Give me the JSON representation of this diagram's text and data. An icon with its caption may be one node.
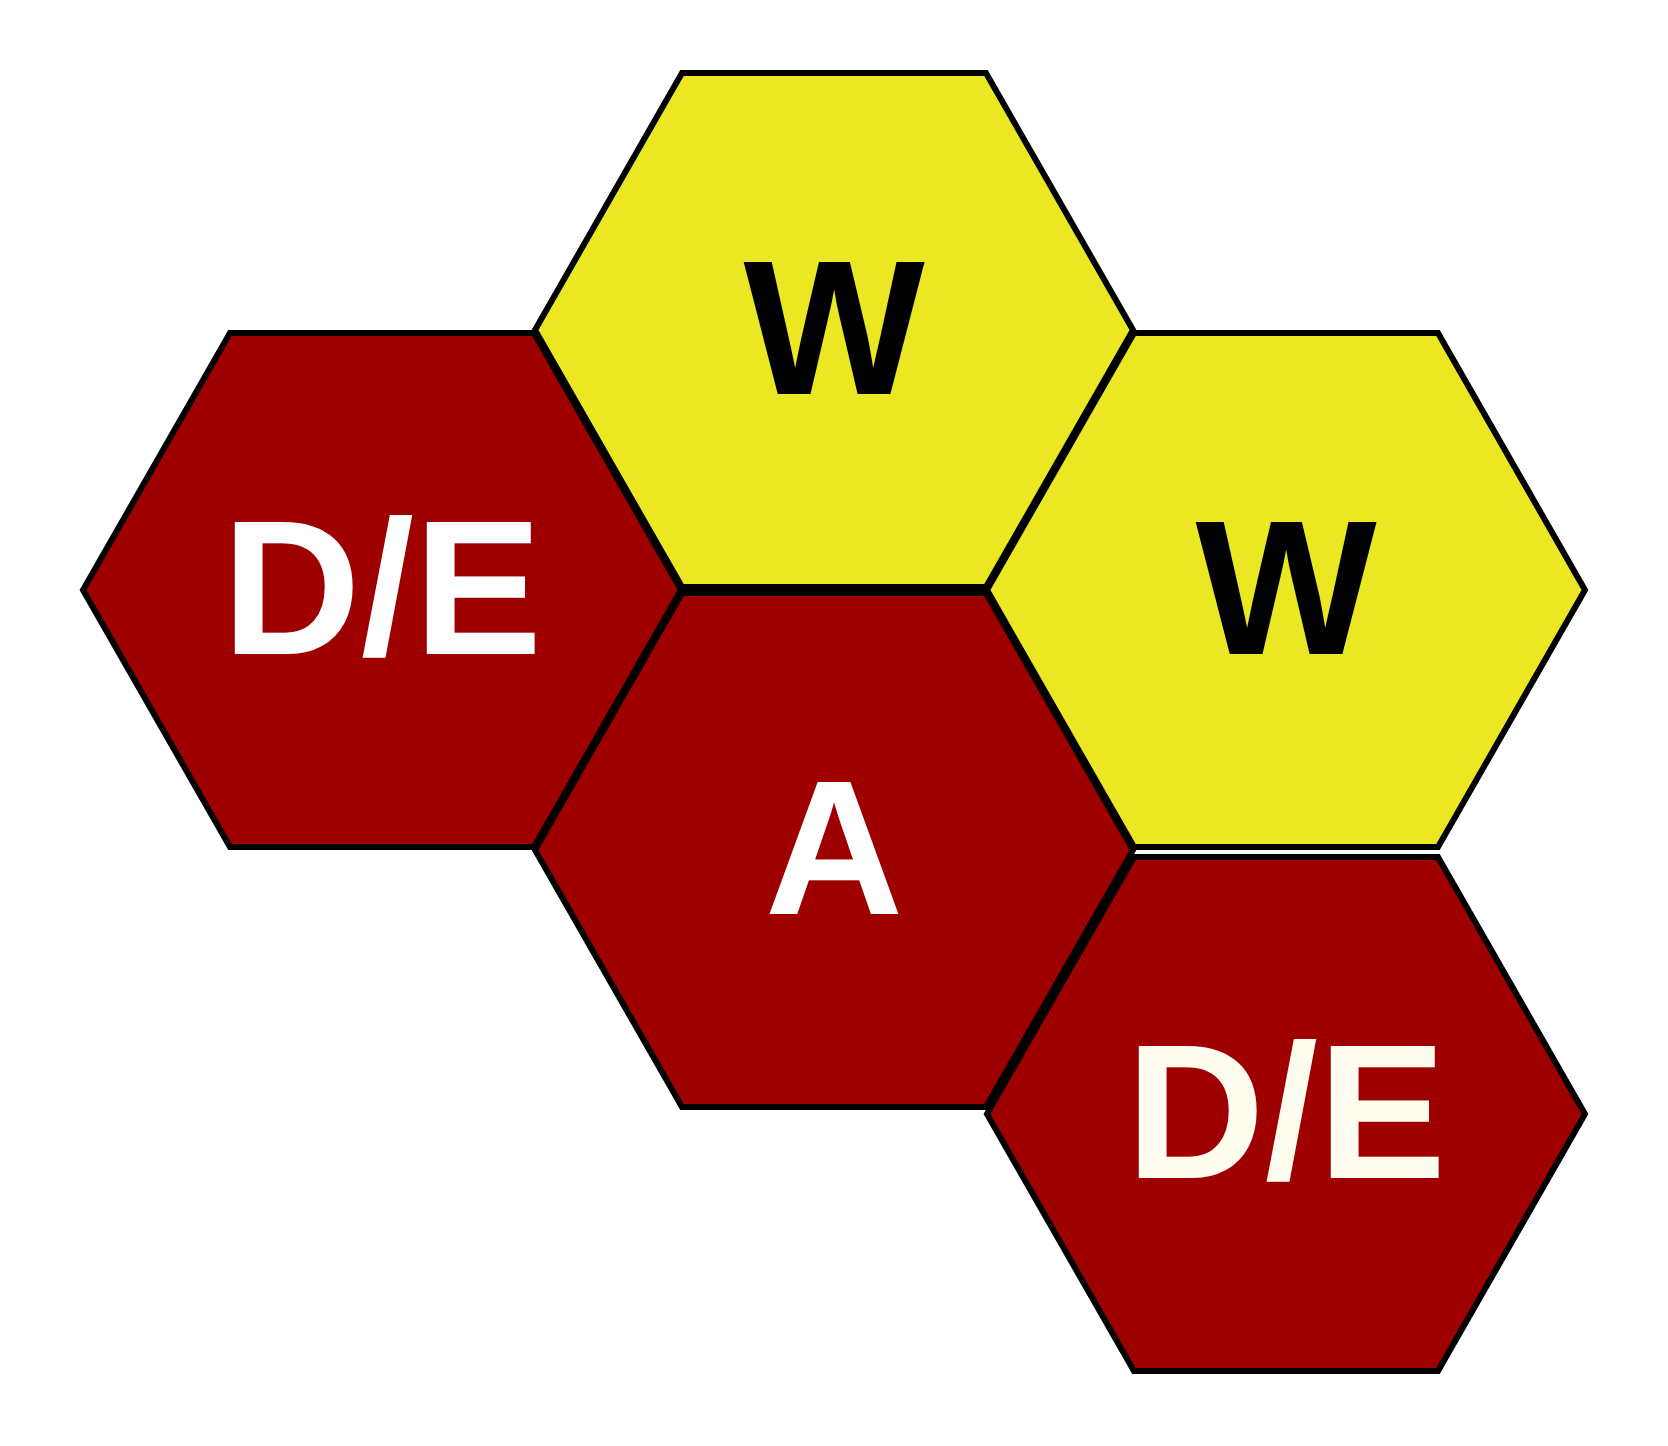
{
  "diagram": {
    "nodes": [
      {
        "text": [
          "W"
        ]
      },
      {
        "text": [
          "D/E"
        ]
      },
      {
        "text": [
          "W"
        ]
      },
      {
        "text": [
          "A"
        ]
      },
      {
        "text": [
          "D/E"
        ]
      }
    ],
    "edges": []
  }
}
